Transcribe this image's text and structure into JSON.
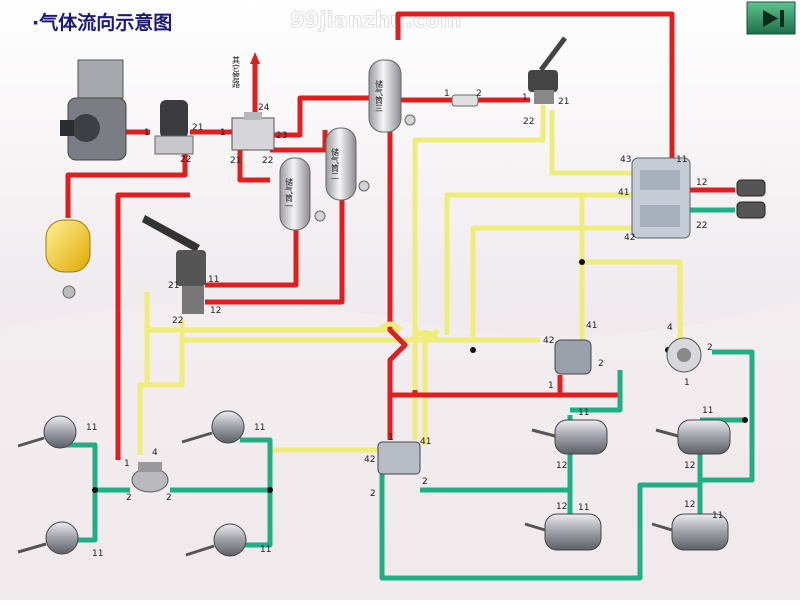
{
  "title": "·气体流向示意图",
  "watermark": "99jianzhu.com",
  "nav": {
    "next_icon": "play-next-icon"
  },
  "tanks": {
    "tank1": "储气筒一",
    "tank2": "储气筒二",
    "tank3": "储气筒三"
  },
  "other_circuit": "其它管路",
  "ports": {
    "comp_out": "1",
    "dryer_in": "1",
    "dryer_21": "21",
    "dryer_22": "22",
    "v4_1": "1",
    "v4_21": "21",
    "v4_22": "22",
    "v4_23": "23",
    "v4_24": "24",
    "t3_1": "1",
    "t3_2": "2",
    "hv_1": "1",
    "hv_21": "21",
    "hv_22": "22",
    "trl_43": "43",
    "trl_11": "11",
    "trl_41": "41",
    "trl_42": "42",
    "trl_12": "12",
    "trl_22": "22",
    "fv_11": "11",
    "fv_12": "12",
    "fv_21": "21",
    "fv_22": "22",
    "rv_1": "1",
    "rv_2": "2",
    "rv_4": "4",
    "fr_42": "42",
    "fr_41": "41",
    "fr_1": "1",
    "fr_2": "2",
    "rr_4": "4",
    "rr_1": "1",
    "rr_2": "2",
    "mr_1": "1",
    "mr_41": "41",
    "mr_42": "42",
    "mr_2": "2",
    "ch_fl1": "11",
    "ch_fl2": "11",
    "ch_fr1": "11",
    "ch_fr2": "11",
    "ch_ml_11": "11",
    "ch_ml_12": "12",
    "ch_mr_11": "11",
    "ch_mr_12": "12",
    "ch_bl_11": "11",
    "ch_bl_12": "12",
    "ch_br_11": "11",
    "ch_br_12": "12"
  },
  "colors": {
    "supply": "#e01e1e",
    "control": "#f0ec7a",
    "delivery": "#1fae86",
    "title": "#1a1a7a",
    "nav_button": "#2a8a5c"
  }
}
